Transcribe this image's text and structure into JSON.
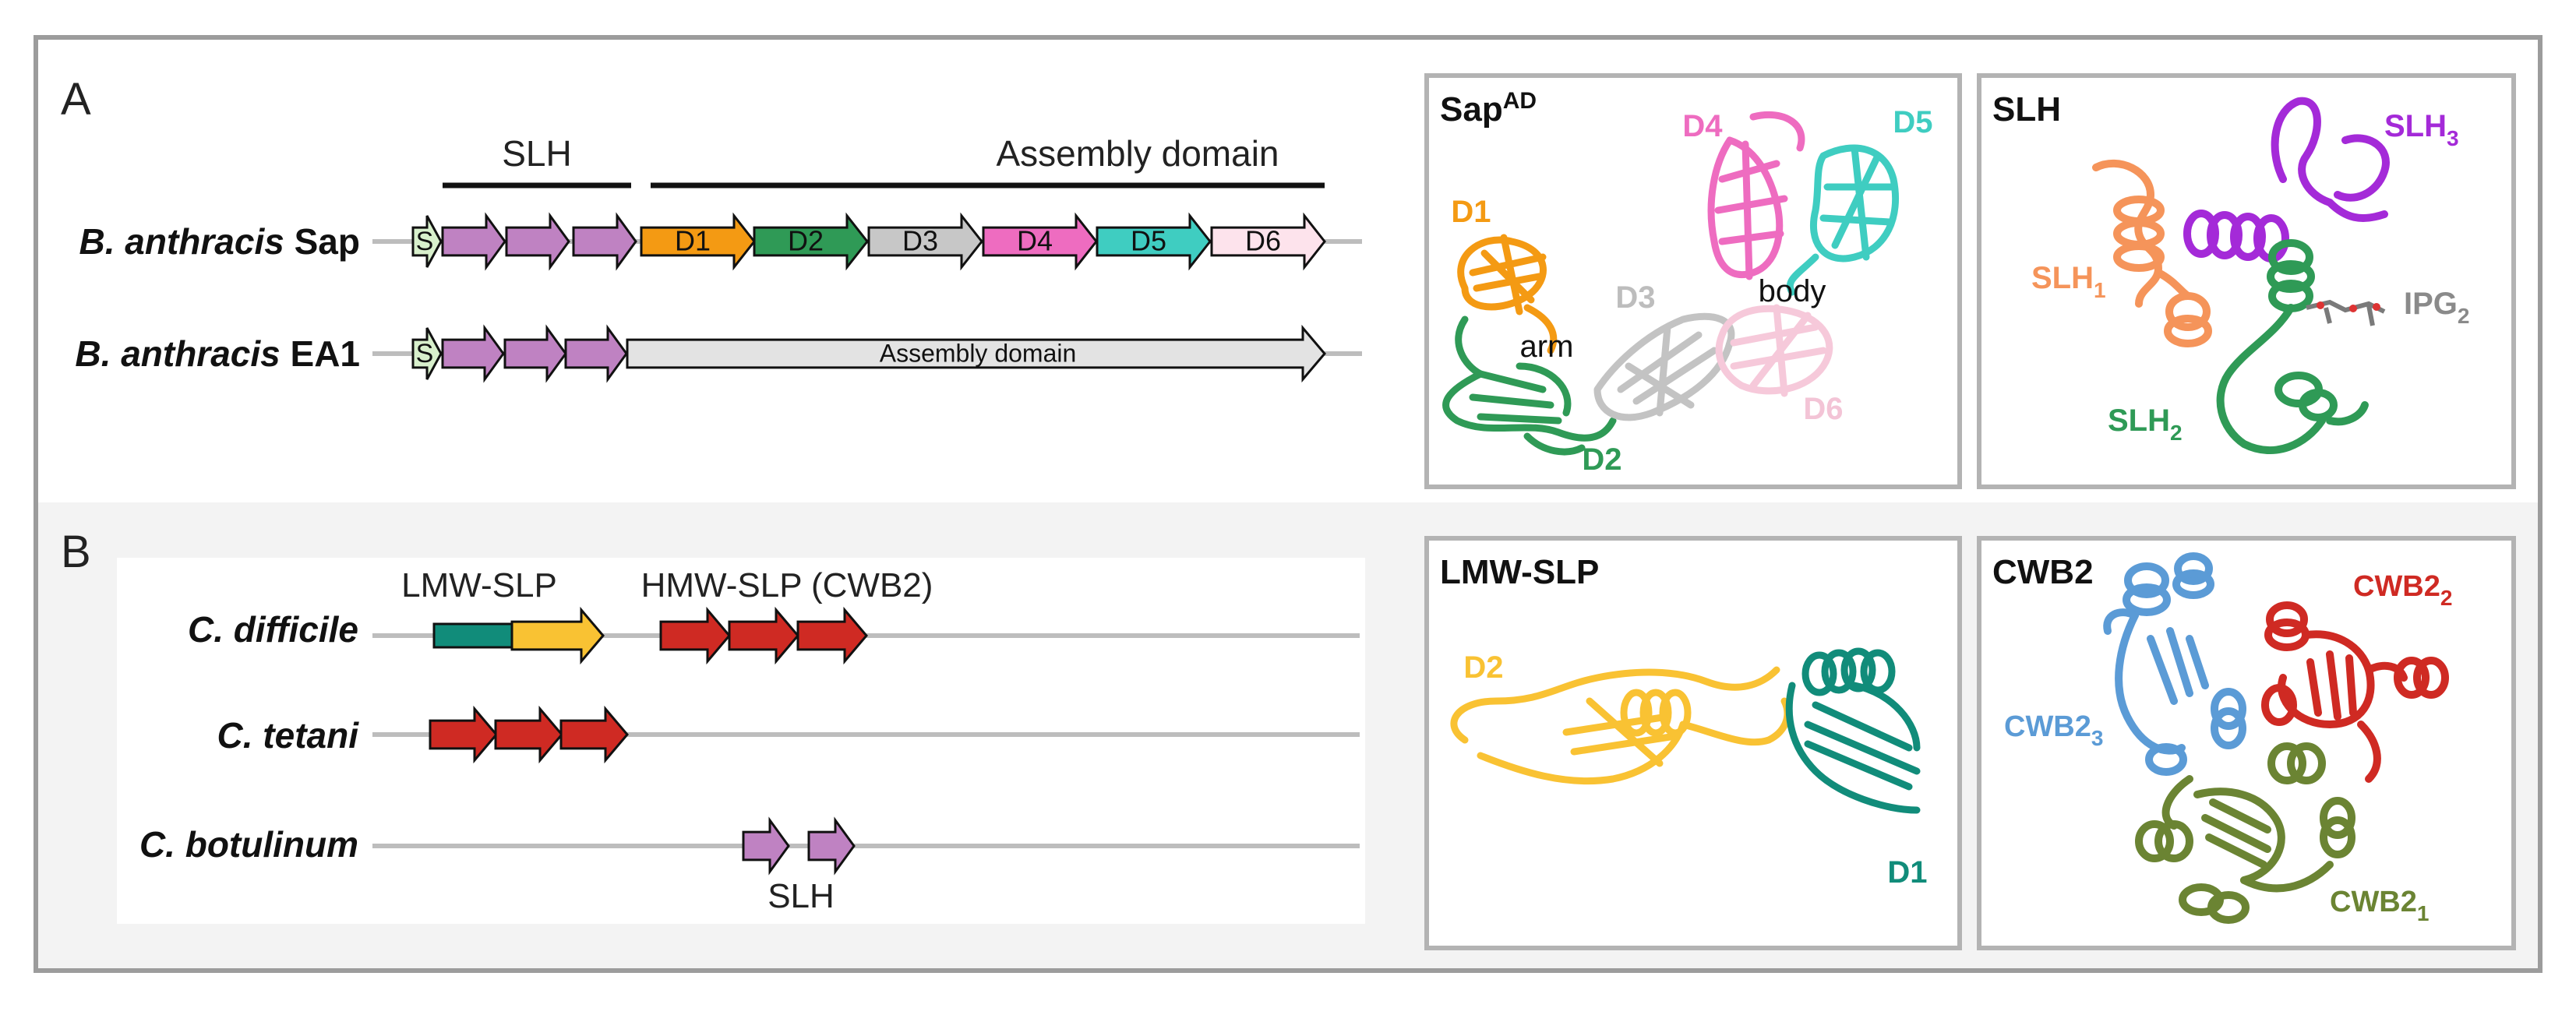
{
  "panel_a": {
    "letter": "A",
    "bracket_slh": "SLH",
    "bracket_assembly": "Assembly domain",
    "gene_sap": {
      "species": "B. anthracis",
      "protein": "Sap",
      "signal": "S",
      "domains": [
        "D1",
        "D2",
        "D3",
        "D4",
        "D5",
        "D6"
      ]
    },
    "gene_ea1": {
      "species": "B. anthracis",
      "protein": "EA1",
      "signal": "S",
      "assembly": "Assembly domain"
    },
    "structure_sap": {
      "title_base": "Sap",
      "title_sup": "AD",
      "labels": {
        "d1": "D1",
        "d2": "D2",
        "d3": "D3",
        "d4": "D4",
        "d5": "D5",
        "d6": "D6",
        "arm": "arm",
        "body": "body"
      }
    },
    "structure_slh": {
      "title": "SLH",
      "labels": {
        "slh1_base": "SLH",
        "slh1_sub": "1",
        "slh2_base": "SLH",
        "slh2_sub": "2",
        "slh3_base": "SLH",
        "slh3_sub": "3",
        "ipg_base": "IPG",
        "ipg_sub": "2"
      }
    }
  },
  "panel_b": {
    "letter": "B",
    "label_lmw": "LMW-SLP",
    "label_hmw": "HMW-SLP (CWB2)",
    "label_slh": "SLH",
    "species": {
      "difficile": "C. difficile",
      "tetani": "C. tetani",
      "botulinum": "C. botulinum"
    },
    "structure_lmw": {
      "title": "LMW-SLP",
      "labels": {
        "d2": "D2",
        "d1": "D1"
      }
    },
    "structure_cwb2": {
      "title": "CWB2",
      "labels": {
        "c1_base": "CWB2",
        "c1_sub": "1",
        "c2_base": "CWB2",
        "c2_sub": "2",
        "c3_base": "CWB2",
        "c3_sub": "3"
      }
    }
  },
  "colors": {
    "slh_purple": "#bf82c2",
    "d1_orange": "#f49a13",
    "d2_green": "#2f9a56",
    "d3_gray": "#c7c7c7",
    "d4_pink": "#ee6cc0",
    "d5_teal": "#3fcdc1",
    "d6_lightpink": "#fde3ec",
    "signal_green": "#d8f0cc",
    "lmw_teal": "#118c7a",
    "lmw_yellow": "#f9c233",
    "cwb_red": "#cf2a23",
    "cwb_blue": "#5b9bd6",
    "cwb_olive": "#6b8433",
    "slh1_orange": "#f5945a",
    "slh3_purple": "#a42ad8"
  }
}
